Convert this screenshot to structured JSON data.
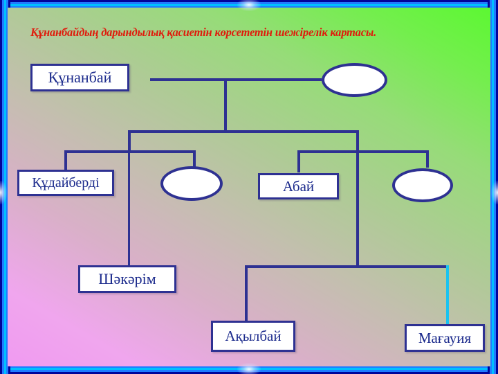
{
  "slide": {
    "title": "Құнанбайдың дарындылық қасиетін көрсететін шежірелік картасы.",
    "frame_color": "#00049a",
    "frame_highlight": "#00c0ff",
    "background_start": "#f09af0",
    "background_end": "#5cf832",
    "title_color": "#e01b0c",
    "node_border_color": "#2e3192",
    "node_text_color": "#1b2a8c",
    "node_fill": "#ffffff",
    "connector_color": "#2e3192",
    "connector_accent_color": "#19c3f0"
  },
  "nodes": [
    {
      "id": "kunanbai",
      "label": "Құнанбай",
      "shape": "box"
    },
    {
      "id": "spouse-1",
      "label": "",
      "shape": "ellipse"
    },
    {
      "id": "kudaiberdi",
      "label": "Құдайберді",
      "shape": "box"
    },
    {
      "id": "spouse-2",
      "label": "",
      "shape": "ellipse"
    },
    {
      "id": "abai",
      "label": "Абай",
      "shape": "box"
    },
    {
      "id": "spouse-3",
      "label": "",
      "shape": "ellipse"
    },
    {
      "id": "shakarim",
      "label": "Шәкәрім",
      "shape": "box"
    },
    {
      "id": "akylbai",
      "label": "Ақылбай",
      "shape": "box"
    },
    {
      "id": "magauia",
      "label": "Мағауия",
      "shape": "box"
    }
  ]
}
